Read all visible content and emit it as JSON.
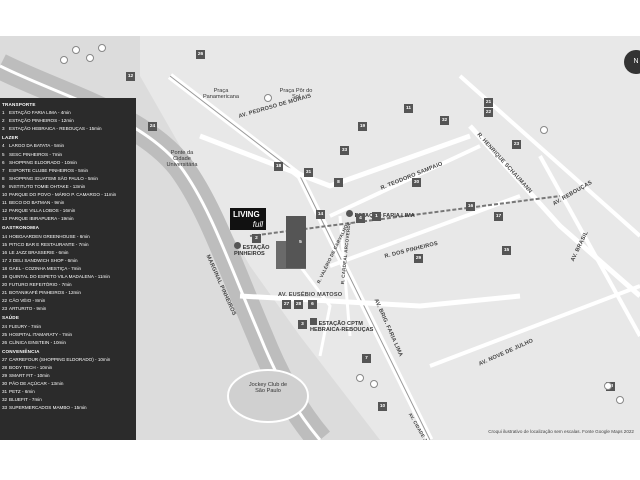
{
  "legend": {
    "sections": [
      {
        "title": "TRANSPORTE",
        "items": [
          {
            "n": "1",
            "text": "ESTAÇÃO FARIA LIMA - 4min"
          },
          {
            "n": "2",
            "text": "ESTAÇÃO PINHEIROS - 12min"
          },
          {
            "n": "3",
            "text": "ESTAÇÃO HEBRAICA - REBOUÇAS - 15min"
          }
        ]
      },
      {
        "title": "LAZER",
        "items": [
          {
            "n": "4",
            "text": "LARGO DA BATATA - 5min"
          },
          {
            "n": "5",
            "text": "SESC PINHEIROS - 7min"
          },
          {
            "n": "6",
            "text": "SHOPPING ELDORADO - 10min"
          },
          {
            "n": "7",
            "text": "ESPORTE CLUBE PINHEIROS - 5min"
          },
          {
            "n": "8",
            "text": "SHOPPING IGUATEMI SÃO PAULO - 5min"
          },
          {
            "n": "9",
            "text": "INSTITUTO TOMIE OHTAKE - 13min"
          },
          {
            "n": "10",
            "text": "PARQUE DO POVO - MÁRIO P. CAMARGO - 11min"
          },
          {
            "n": "11",
            "text": "BECO DO BATMAN - 9min"
          },
          {
            "n": "12",
            "text": "PARQUE VILLA LOBOS - 16min"
          },
          {
            "n": "13",
            "text": "PARQUE IBIRAPUERA - 19min"
          }
        ]
      },
      {
        "title": "GASTRONOMIA",
        "items": [
          {
            "n": "14",
            "text": "HOBGAARDEN GREENHOUSE - 6min"
          },
          {
            "n": "15",
            "text": "PITICO BAR E RESTAURANTE - 7min"
          },
          {
            "n": "16",
            "text": "LE JAZZ BRASSERIE - 6min"
          },
          {
            "n": "17",
            "text": "2 DELI SANDWICH SHOP - 6min"
          },
          {
            "n": "18",
            "text": "GAEL - COZINHA MESTIÇA - 7min"
          },
          {
            "n": "19",
            "text": "QUINTAL DO ESPETO VILA MADALENA - 11min"
          },
          {
            "n": "20",
            "text": "FUTURO REFEITÓRIO - 7min"
          },
          {
            "n": "21",
            "text": "BOTANIKAFÉ PINHEIROS - 12min"
          },
          {
            "n": "22",
            "text": "CÃO VÉIO - 8min"
          },
          {
            "n": "23",
            "text": "ARTURITO - 9min"
          }
        ]
      },
      {
        "title": "SAÚDE",
        "items": [
          {
            "n": "24",
            "text": "FLEURY - 7min"
          },
          {
            "n": "25",
            "text": "HOSPITAL ITAMARATY - 7min"
          },
          {
            "n": "26",
            "text": "CLÍNICA EINSTEIN - 10min"
          }
        ]
      },
      {
        "title": "CONVENIÊNCIA",
        "items": [
          {
            "n": "27",
            "text": "CARREFOUR (SHOPPING ELDORADO) - 10min"
          },
          {
            "n": "28",
            "text": "BODY TECH - 10min"
          },
          {
            "n": "29",
            "text": "SMART FIT - 10min"
          },
          {
            "n": "30",
            "text": "PÃO DE AÇÚCAR - 13min"
          },
          {
            "n": "31",
            "text": "PETZ - 6min"
          },
          {
            "n": "32",
            "text": "BLUEFIT - 7min"
          },
          {
            "n": "33",
            "text": "SUPERMERCADOS MAMBO - 15min"
          }
        ]
      }
    ]
  },
  "streets": {
    "pedroso": "AV. PEDROSO DE MORAIS",
    "faria_lima": "AV. BRIG. FARIA LIMA",
    "teodoro": "R. TEODORO SAMPAIO",
    "henrique": "R. HENRIQUE SCHAUMANN",
    "reboucas": "AV. REBOUÇAS",
    "brasil": "AV. BRASIL",
    "pinheiros": "R. DOS PINHEIROS",
    "eusebio": "AV. EUSÉBIO MATOSO",
    "marginal": "MARGINAL PINHEIROS",
    "nove_julho": "AV. NOVE DE JULHO",
    "cardeal": "R. CARDEAL ARCOVERDE",
    "valerio": "R. VALÉRIO DE CARVALHO",
    "cidade_jardim": "AV. CIDADE JARDIM"
  },
  "places": {
    "praca_pan": "Praça Panamericana",
    "praca_sol": "Praça Pôr do Sol",
    "ponte": "Ponte da Cidade Universitária",
    "jockey": "Jockey Club de São Paulo"
  },
  "stations": {
    "faria_lima": "ESTAÇÃO FARIA LIMA",
    "pinheiros": "ESTAÇÃO PINHEIROS",
    "hebraica": "ESTAÇÃO CPTM HEBRAICA-REBOUÇAS"
  },
  "brand": {
    "line1": "LIVING",
    "line2": "full"
  },
  "caption": "Croqui ilustrativo de localização sem escalas. Fonte Google Maps 2022",
  "compass": "N",
  "badges": [
    {
      "n": "26"
    },
    {
      "n": "12"
    },
    {
      "n": "24"
    },
    {
      "n": "11"
    },
    {
      "n": "21"
    },
    {
      "n": "22"
    },
    {
      "n": "32"
    },
    {
      "n": "23"
    },
    {
      "n": "19"
    },
    {
      "n": "33"
    },
    {
      "n": "18"
    },
    {
      "n": "31"
    },
    {
      "n": "30"
    },
    {
      "n": "8"
    },
    {
      "n": "14"
    },
    {
      "n": "16"
    },
    {
      "n": "17"
    },
    {
      "n": "15"
    },
    {
      "n": "29"
    },
    {
      "n": "4"
    },
    {
      "n": "1"
    },
    {
      "n": "2"
    },
    {
      "n": "5"
    },
    {
      "n": "27"
    },
    {
      "n": "28"
    },
    {
      "n": "6"
    },
    {
      "n": "3"
    },
    {
      "n": "7"
    },
    {
      "n": "10"
    },
    {
      "n": "13"
    }
  ]
}
